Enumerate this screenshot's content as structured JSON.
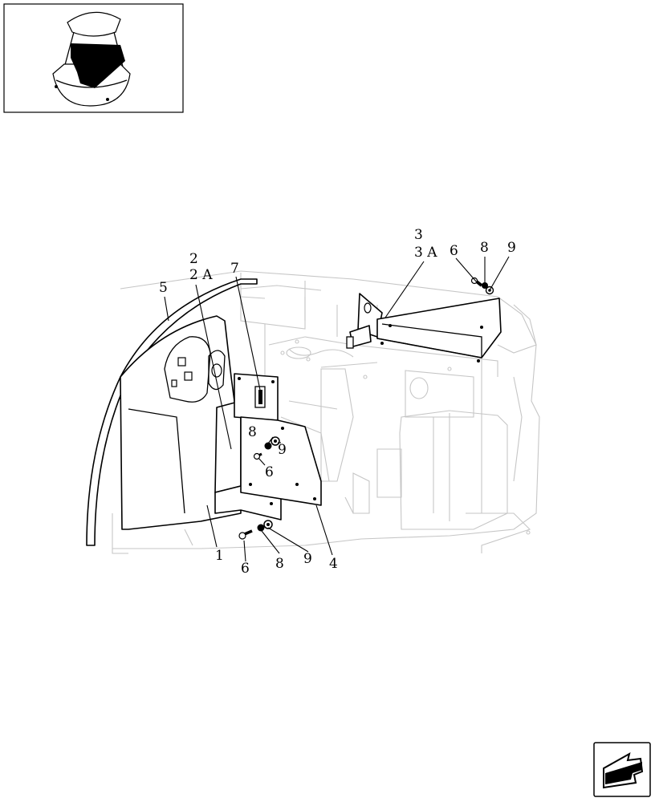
{
  "callouts": {
    "c5": "5",
    "c2": "2",
    "c2a": "2 A",
    "c7": "7",
    "c3": "3",
    "c3a": "3 A",
    "c6_top": "6",
    "c8_top": "8",
    "c9_top": "9",
    "c8_mid": "8",
    "c9_mid": "9",
    "c6_mid": "6",
    "c1": "1",
    "c6_bot": "6",
    "c8_bot": "8",
    "c9_bot": "9",
    "c4": "4"
  },
  "icons": {
    "locator": "machine-locator-thumbnail-icon",
    "nav": "next-page-arrow-icon"
  }
}
